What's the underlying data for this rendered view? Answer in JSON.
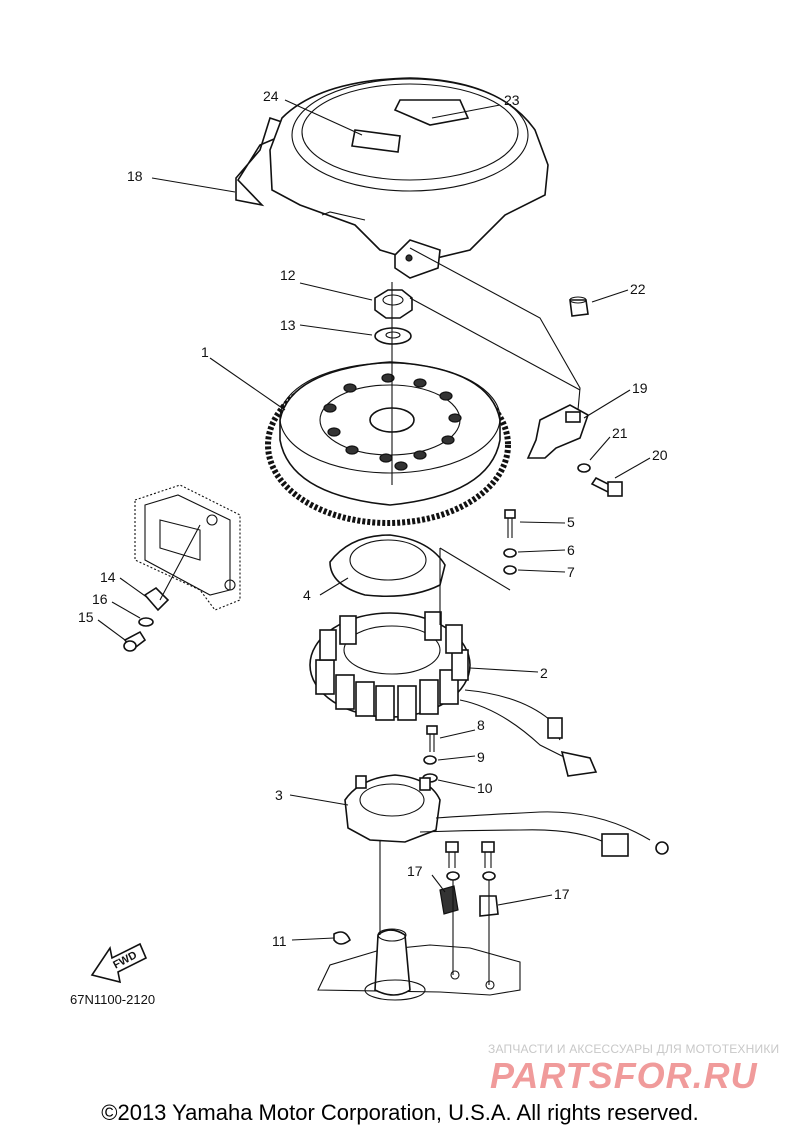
{
  "diagram": {
    "drawing_code": "67N1100-2120",
    "direction_label": "FWD",
    "copyright": "©2013 Yamaha Motor Corporation, U.S.A. All rights reserved.",
    "callouts": {
      "c1": "1",
      "c2": "2",
      "c3": "3",
      "c4": "4",
      "c5": "5",
      "c6": "6",
      "c7": "7",
      "c8": "8",
      "c9": "9",
      "c10": "10",
      "c11": "11",
      "c12": "12",
      "c13": "13",
      "c14": "14",
      "c15": "15",
      "c16": "16",
      "c17a": "17",
      "c17b": "17",
      "c18": "18",
      "c19": "19",
      "c20": "20",
      "c21": "21",
      "c22": "22",
      "c23": "23",
      "c24": "24"
    }
  },
  "watermark": {
    "line": "ЗАПЧАСТИ И АКСЕССУАРЫ ДЛЯ МОТОТЕХНИКИ",
    "logo": "PARTSFOR.RU"
  }
}
